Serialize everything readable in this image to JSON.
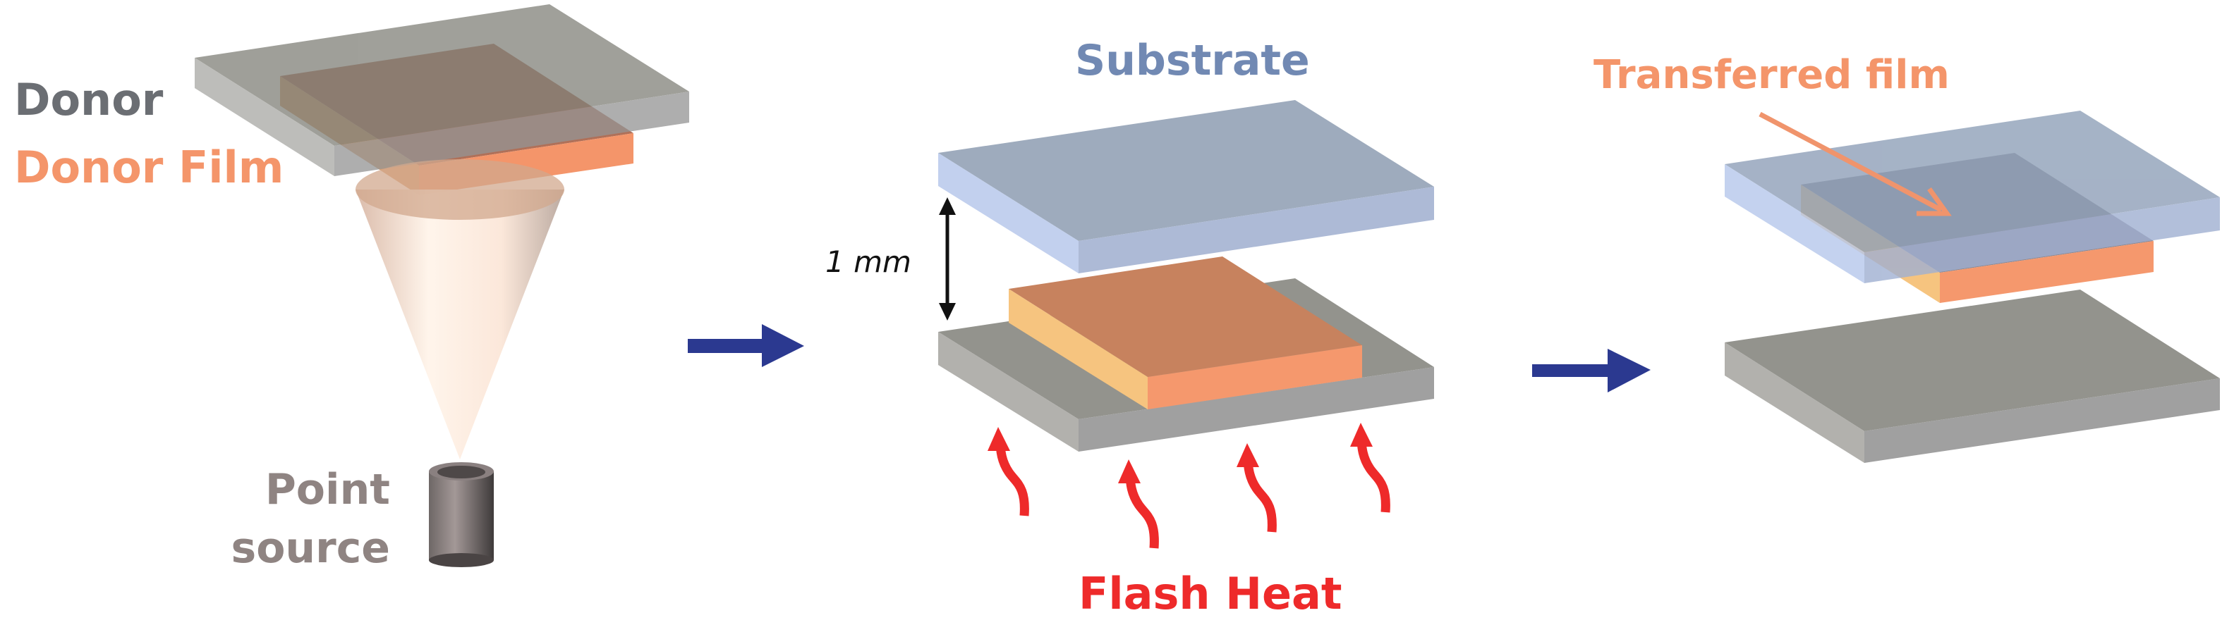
{
  "labels": {
    "donor": "Donor",
    "donor_film": "Donor Film",
    "point": "Point",
    "source": "source",
    "substrate": "Substrate",
    "gap": "1 mm",
    "flash_heat": "Flash Heat",
    "transferred_film": "Transferred film"
  },
  "colors": {
    "donor_text": "#6b6e73",
    "film_text": "#f4956a",
    "source_text": "#8f8482",
    "substrate_text": "#7189b3",
    "heat": "#ee2a2a",
    "step_arrow": "#2b3990"
  }
}
